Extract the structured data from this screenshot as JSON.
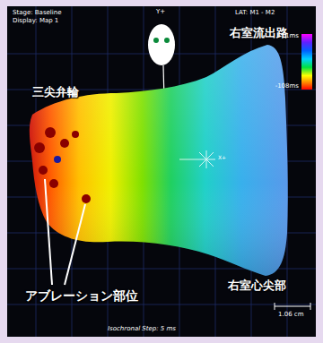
{
  "diagram": {
    "labels": [
      "Stage: Baseline",
      "Display: Map 1",
      "Y+",
      "LAT: M1 - M2",
      "右室流出路",
      "三尖弁輪",
      "-11ms",
      "-108ms",
      "X+",
      "右室心尖部",
      "アブレーション部位",
      "1.06 cm",
      "Isochronal Step: 5 ms"
    ]
  }
}
